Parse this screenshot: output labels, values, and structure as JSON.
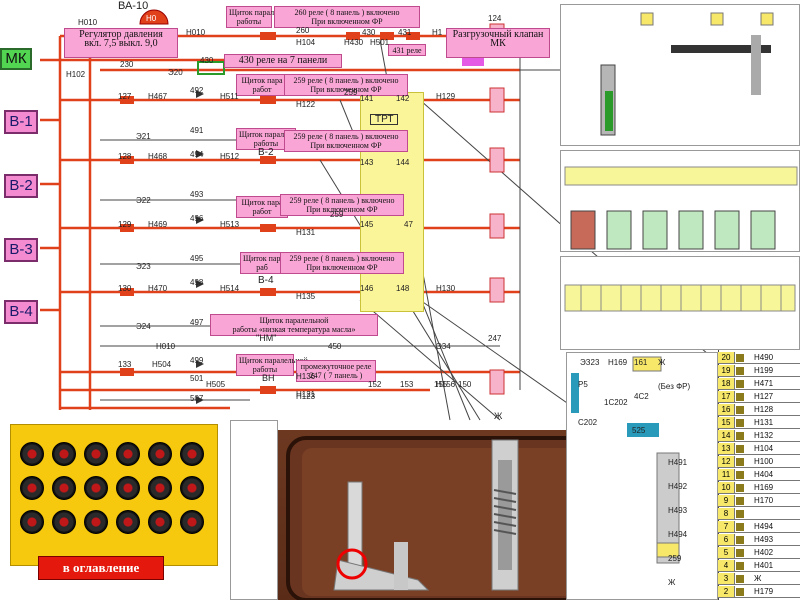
{
  "left_schematic": {
    "breaker": "ВА-10",
    "breaker_badge": "Н0",
    "pressure_regulator": "Регулятор давления\nвкл. 7,5 выкл. 9,0",
    "mk_button": "МК",
    "unload_valve": "Разгрузочный клапан\nМК",
    "coil_430": "430",
    "relay_430_note": "430 реле на 7 панели",
    "trt_label": "ТРТ",
    "v2_label": "В-2",
    "v4_label": "В-4",
    "n_label": "\"Н\"",
    "nm_label": "\"НМ\"",
    "vn_label": "ВН",
    "zh_label": "Ж",
    "wire_labels": [
      "Н010",
      "Н010",
      "Н102",
      "Н104",
      "Н430",
      "Н501",
      "Н1",
      "Э20",
      "230",
      "260",
      "430",
      "431",
      "124",
      "127",
      "128",
      "129",
      "130",
      "133",
      "259",
      "Н467",
      "Н468",
      "Н469",
      "Н470",
      "Н504",
      "Н505",
      "Н511",
      "Н512",
      "Н513",
      "Н514",
      "Н122",
      "Н131",
      "Н129",
      "Н130",
      "Н135",
      "Н136",
      "Н121",
      "Н123",
      "Н156",
      "Э21",
      "Э22",
      "Э23",
      "Э24",
      "Э34",
      "Н010",
      "247",
      "492",
      "491",
      "494",
      "493",
      "496",
      "495",
      "498",
      "497",
      "499",
      "501",
      "507",
      "142",
      "141",
      "144",
      "143",
      "145",
      "47",
      "146",
      "148",
      "152",
      "153",
      "155",
      "150",
      "450",
      "259"
    ],
    "notes": [
      "Щиток паралельной\nработы",
      "260 реле ( 8 панель ) включено\nПри включенном ФР",
      "431 реле",
      "Щиток пара\nработ",
      "259 реле ( 8 панель ) включено\nПри включенном ФР",
      "Щиток паралельной\nработы",
      "259 реле ( 8 панель ) включено\nПри включенном ФР",
      "Щиток пара\nработ",
      "259 реле ( 8 панель ) включено\nПри включенном ФР",
      "Щиток пара\nраб",
      "259 реле ( 8 панель ) включено\nПри включенном ФР",
      "Щиток паралельной\nработы «низкая температура масла»",
      "Щиток паралельной\nработы",
      "промежуточное реле\n247 ( 7 панель )"
    ]
  },
  "v_buttons": [
    "В-1",
    "В-2",
    "В-3",
    "В-4"
  ],
  "nav_button": "в оглавление",
  "right_table": {
    "rows": [
      {
        "num": "20",
        "label": "Н490"
      },
      {
        "num": "19",
        "label": "Н199"
      },
      {
        "num": "18",
        "label": "Н471"
      },
      {
        "num": "17",
        "label": "Н127"
      },
      {
        "num": "16",
        "label": "Н128"
      },
      {
        "num": "15",
        "label": "Н131"
      },
      {
        "num": "14",
        "label": "Н132"
      },
      {
        "num": "13",
        "label": "Н104"
      },
      {
        "num": "12",
        "label": "Н100"
      },
      {
        "num": "11",
        "label": "Н404"
      },
      {
        "num": "10",
        "label": "Н169"
      },
      {
        "num": "9",
        "label": "Н170"
      },
      {
        "num": "8",
        "label": ""
      },
      {
        "num": "7",
        "label": "Н494"
      },
      {
        "num": "6",
        "label": "Н493"
      },
      {
        "num": "5",
        "label": "Н402"
      },
      {
        "num": "4",
        "label": "Н401"
      },
      {
        "num": "3",
        "label": "Ж"
      },
      {
        "num": "2",
        "label": "Н179"
      }
    ]
  },
  "relay_detail": {
    "labels": [
      "ЭЗ23",
      "Н169",
      "161",
      "Ж",
      "(Без ФР)",
      "4С2",
      "Р5",
      "С202",
      "1С202",
      "525"
    ],
    "terminal_block": [
      "Н491",
      "Н492",
      "Н493",
      "Н494",
      "259",
      "Ж"
    ]
  },
  "colors": {
    "wire_red": "#e0401a",
    "wire_dark": "#333333",
    "pink": "#f48bd0",
    "mk_green": "#52d652",
    "panel_yellow": "#f6c80e",
    "nav_red": "#e4180c",
    "highlight_yellow": "#fbf59a"
  }
}
